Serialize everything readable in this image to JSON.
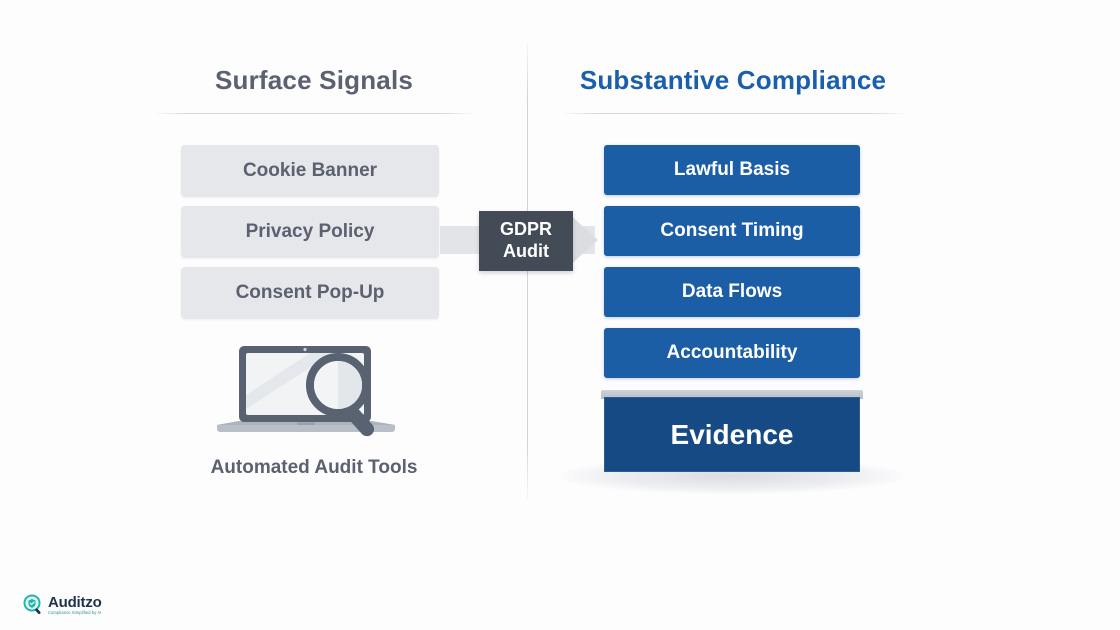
{
  "columns": {
    "left": {
      "heading": "Surface Signals",
      "heading_color": "#5b6170",
      "items": [
        {
          "label": "Cookie Banner"
        },
        {
          "label": "Privacy Policy"
        },
        {
          "label": "Consent Pop-Up"
        }
      ],
      "illustration": {
        "icon": "laptop-magnifier-icon",
        "caption": "Automated Audit Tools"
      }
    },
    "right": {
      "heading": "Substantive Compliance",
      "heading_color": "#1a5fab",
      "items": [
        {
          "label": "Lawful Basis"
        },
        {
          "label": "Consent Timing"
        },
        {
          "label": "Data Flows"
        },
        {
          "label": "Accountability"
        }
      ],
      "highlight": {
        "label": "Evidence",
        "color": "#164a85"
      }
    }
  },
  "connector": {
    "icon": "right-arrow-icon",
    "badge_line1": "GDPR",
    "badge_line2": "Audit",
    "badge_color": "#434b56",
    "arrow_color": "#e3e4e8"
  },
  "brand": {
    "icon": "auditzo-shield-magnifier-icon",
    "name": "Auditzo",
    "tagline": "Compliance Simplified by AI",
    "name_color": "#20334d",
    "tagline_color": "#2f8f86"
  },
  "theme": {
    "background": "#fdfdfe",
    "chip_background": "#e6e7ea",
    "pillar_blue": "#1b5ea6",
    "divider": "#ced1db"
  }
}
